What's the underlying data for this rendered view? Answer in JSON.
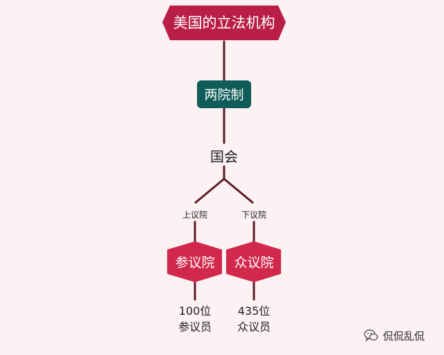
{
  "colors": {
    "background": "#fcf1f3",
    "crimson": "#b81e46",
    "red_hex": "#d1284b",
    "teal": "#0f5c58",
    "line": "#5c1a26",
    "text_dark": "#1e1e1e",
    "white": "#ffffff"
  },
  "diagram": {
    "root": {
      "label": "美国的立法机构"
    },
    "system": {
      "label": "两院制"
    },
    "body": {
      "label": "国会"
    },
    "upper": {
      "branch_label": "上议院",
      "chamber": "参议院",
      "count": "100位",
      "members": "参议员"
    },
    "lower": {
      "branch_label": "下议院",
      "chamber": "众议院",
      "count": "435位",
      "members": "众议员"
    }
  },
  "watermark": {
    "icon": "wechat-bubble-icon",
    "text": "侃侃乱侃"
  }
}
